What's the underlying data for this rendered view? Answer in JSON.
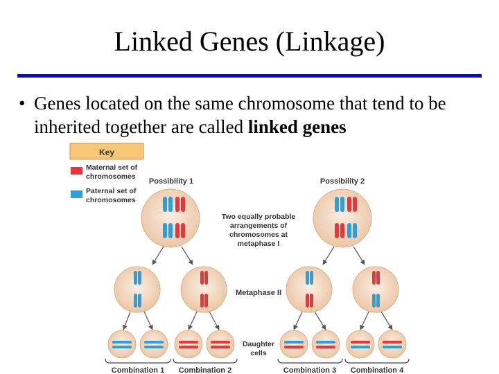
{
  "slide": {
    "title": "Linked Genes (Linkage)",
    "bullet_marker": "•",
    "bullet_text": "Genes located on the same chromosome that tend to be inherited together are called ",
    "bullet_bold": "linked genes"
  },
  "figure": {
    "key": {
      "header": "Key",
      "maternal_line1": "Maternal set of",
      "maternal_line2": "chromosomes",
      "paternal_line1": "Paternal set of",
      "paternal_line2": "chromosomes"
    },
    "possibility_1": "Possibility 1",
    "possibility_2": "Possibility 2",
    "center_note": [
      "Two equally probable",
      "arrangements of",
      "chromosomes at",
      "metaphase I"
    ],
    "metaphase_ii": "Metaphase II",
    "daughter_cells": [
      "Daughter",
      "cells"
    ],
    "combinations": [
      "Combination 1",
      "Combination 2",
      "Combination 3",
      "Combination 4"
    ],
    "colors": {
      "maternal": "#e8363f",
      "paternal": "#2e9fd8",
      "cell": "#f4ddc8",
      "key_header": "#f7c676"
    }
  }
}
